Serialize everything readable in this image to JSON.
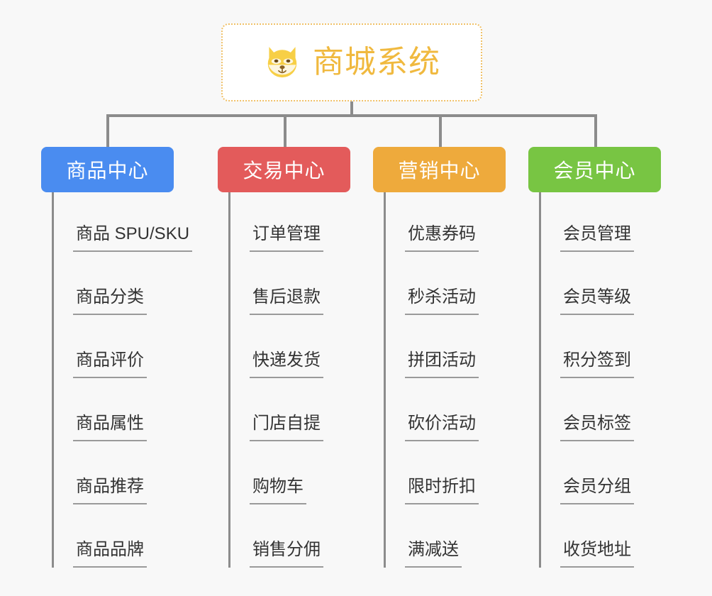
{
  "background_color": "#f8f8f8",
  "connector_color": "#8c8c8c",
  "root": {
    "title": "商城系统",
    "icon": "dog-face-icon",
    "text_color": "#f0b93f",
    "border_color": "#f0c168",
    "background_color": "#ffffff"
  },
  "columns": [
    {
      "header": "商品中心",
      "color": "#4a8cf0",
      "items": [
        "商品 SPU/SKU",
        "商品分类",
        "商品评价",
        "商品属性",
        "商品推荐",
        "商品品牌"
      ]
    },
    {
      "header": "交易中心",
      "color": "#e35b5b",
      "items": [
        "订单管理",
        "售后退款",
        "快递发货",
        "门店自提",
        "购物车",
        "销售分佣"
      ]
    },
    {
      "header": "营销中心",
      "color": "#eeaa3c",
      "items": [
        "优惠券码",
        "秒杀活动",
        "拼团活动",
        "砍价活动",
        "限时折扣",
        "满减送"
      ]
    },
    {
      "header": "会员中心",
      "color": "#78c543",
      "items": [
        "会员管理",
        "会员等级",
        "积分签到",
        "会员标签",
        "会员分组",
        "收货地址"
      ]
    }
  ]
}
